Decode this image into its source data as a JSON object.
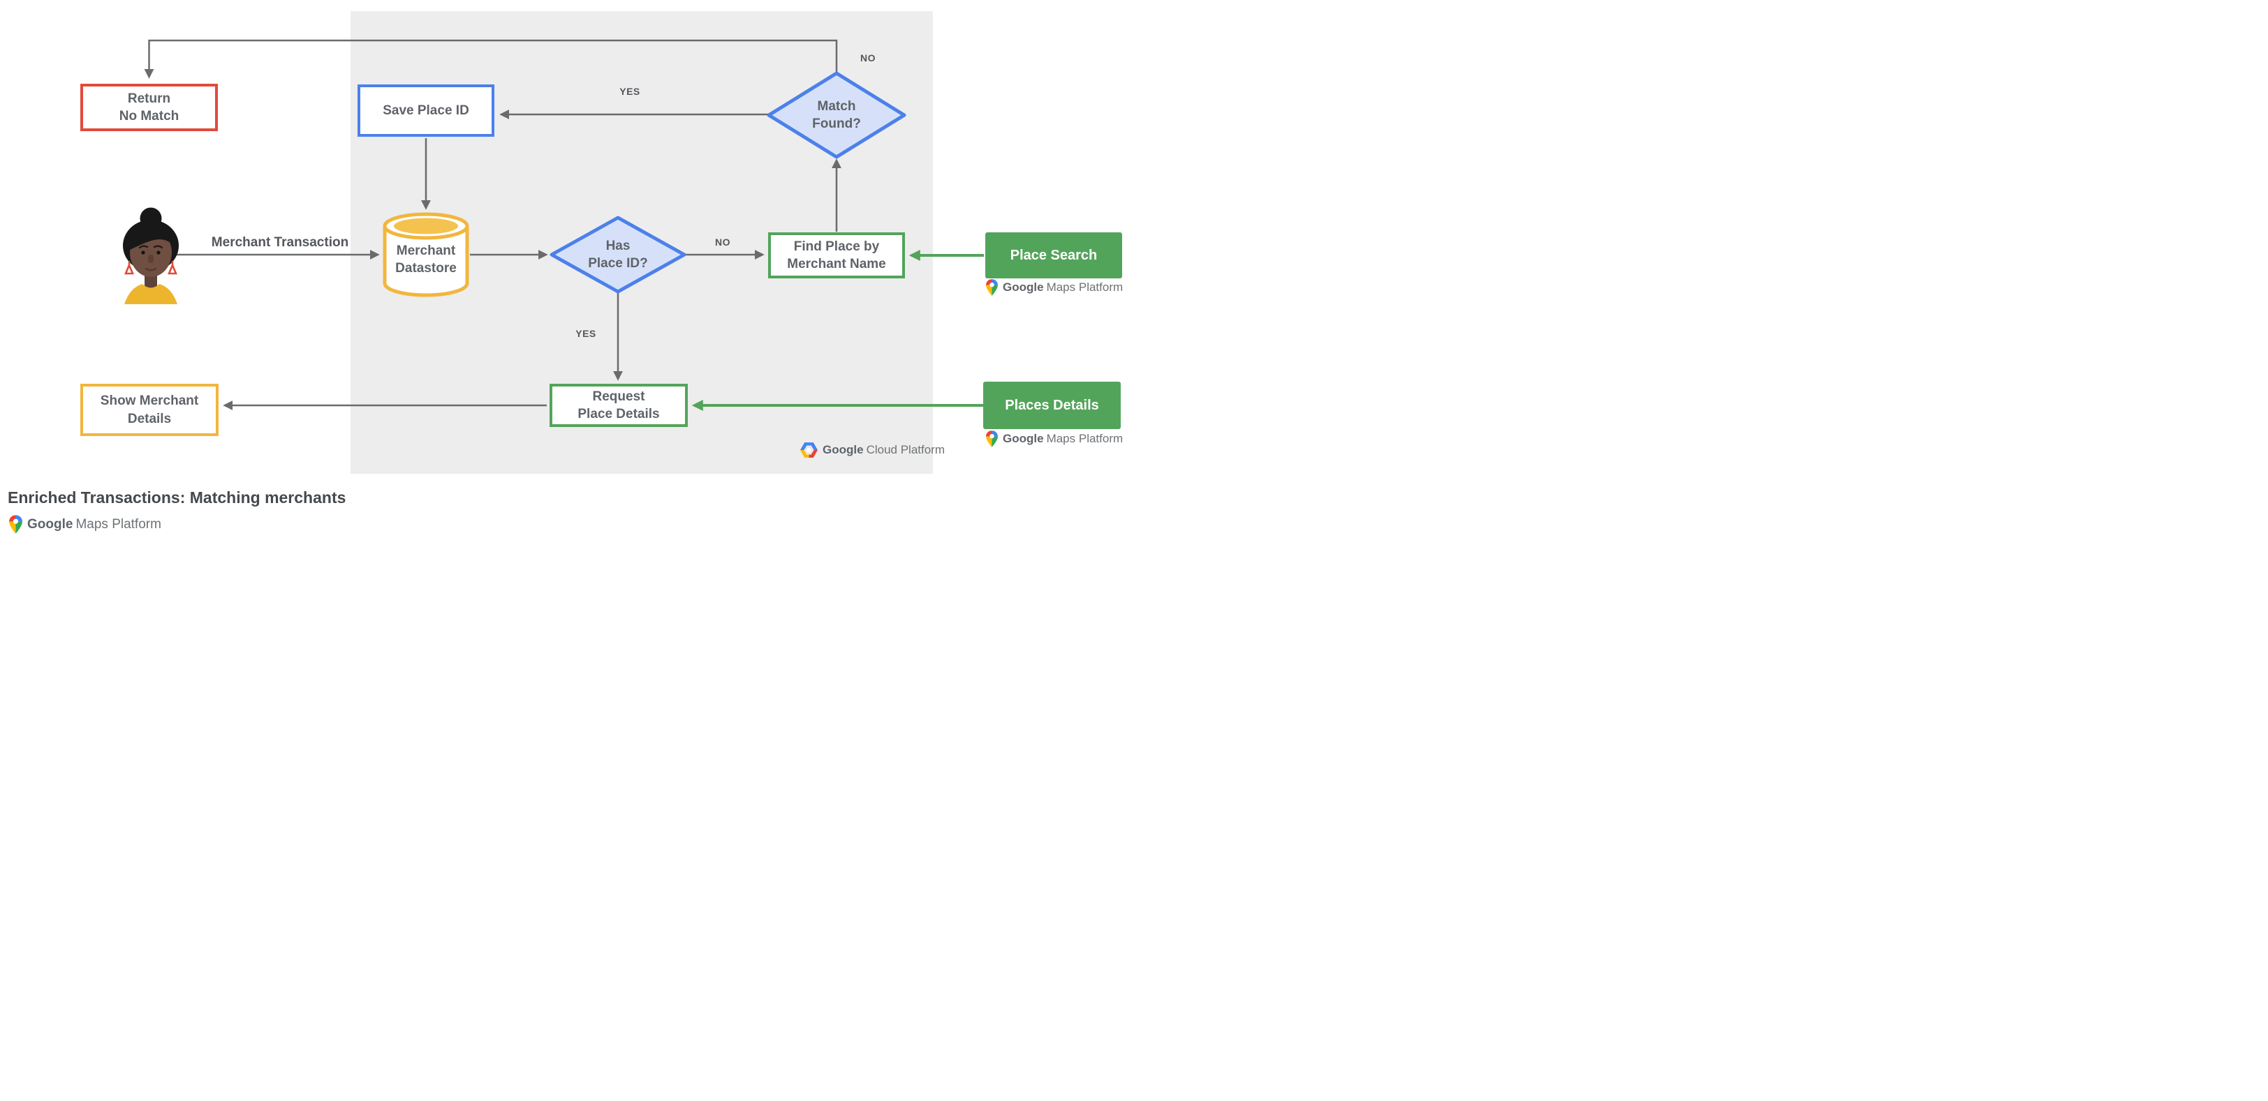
{
  "title": "Enriched Transactions: Matching merchants",
  "nodes": {
    "return_no_match": {
      "label": "Return\nNo Match"
    },
    "save_place_id": {
      "label": "Save Place ID"
    },
    "match_found": {
      "label": "Match\nFound?"
    },
    "merchant_datastore": {
      "label": "Merchant\nDatastore"
    },
    "has_place_id": {
      "label": "Has\nPlace ID?"
    },
    "find_place_by_merchant_name": {
      "label": "Find Place by\nMerchant Name"
    },
    "place_search": {
      "label": "Place Search"
    },
    "request_place_details": {
      "label": "Request\nPlace Details"
    },
    "places_details": {
      "label": "Places Details"
    },
    "show_merchant_details": {
      "label": "Show Merchant\nDetails"
    }
  },
  "edge_labels": {
    "match_found_no": "NO",
    "match_found_yes": "YES",
    "has_place_id_no": "NO",
    "has_place_id_yes": "YES",
    "merchant_transaction": "Merchant Transaction"
  },
  "logos": {
    "google_cloud_platform": {
      "google": "Google",
      "rest": "Cloud Platform"
    },
    "google_maps_platform_search": {
      "google": "Google",
      "rest": "Maps Platform"
    },
    "google_maps_platform_details": {
      "google": "Google",
      "rest": "Maps Platform"
    },
    "google_maps_platform_footer": {
      "google": "Google",
      "rest": "Maps Platform"
    }
  },
  "colors": {
    "red_outline": "#E14B3C",
    "blue_outline": "#4C80EB",
    "blue_diamond_fill": "#D6E1F9",
    "yellow_outline": "#F2B63E",
    "green": "#53A45B",
    "panel_gray": "#EDEDED",
    "arrow_gray": "#6B6B6B",
    "text_gray": "#5F6368"
  }
}
